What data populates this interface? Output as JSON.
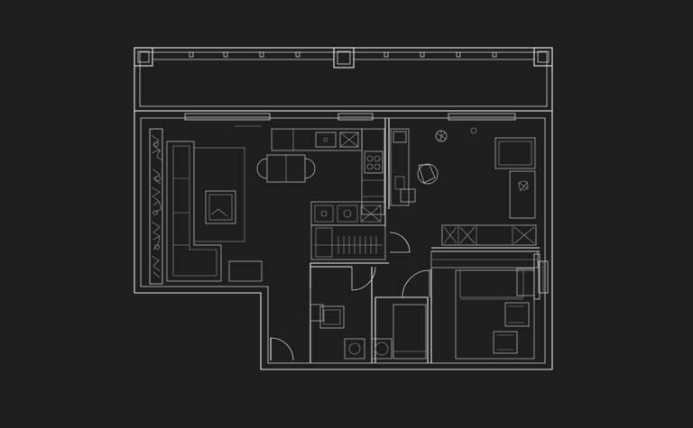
{
  "drawing": {
    "kind": "floor-plan",
    "style": "white line drawing on dark background",
    "colors": {
      "background": "#1e1e1e",
      "line": "#e8e8e8"
    }
  },
  "rooms": [
    {
      "id": "balcony"
    },
    {
      "id": "living-room"
    },
    {
      "id": "kitchen"
    },
    {
      "id": "study"
    },
    {
      "id": "bedroom"
    },
    {
      "id": "bathroom"
    },
    {
      "id": "hallway"
    }
  ]
}
